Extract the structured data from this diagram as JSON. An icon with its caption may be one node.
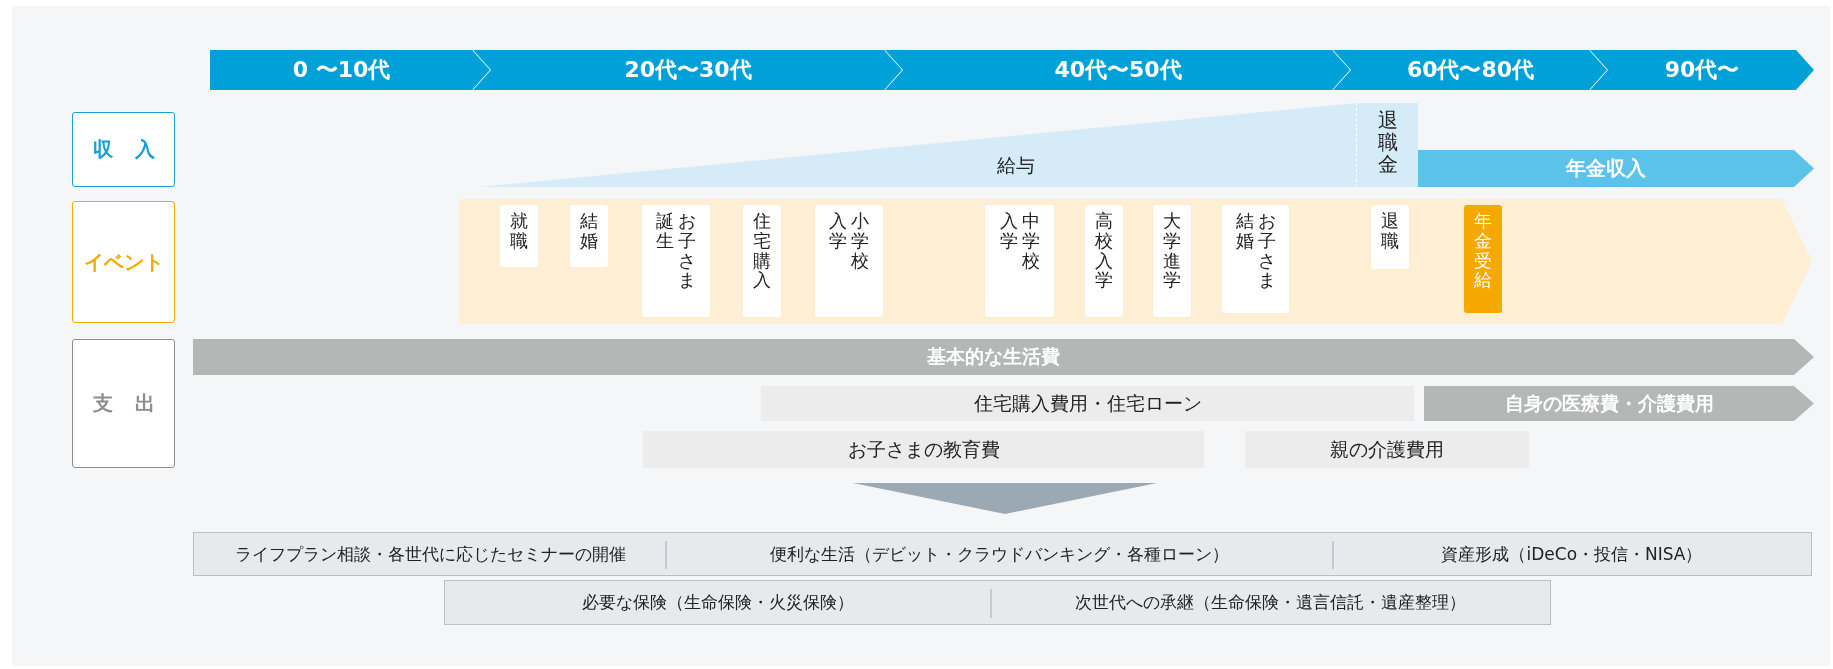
{
  "diagram": {
    "nodes": [
      {
        "text": [
          "0 〜10代"
        ]
      },
      {
        "text": [
          "20代〜30代"
        ]
      },
      {
        "text": [
          "40代〜50代"
        ]
      },
      {
        "text": [
          "60代〜80代"
        ]
      },
      {
        "text": [
          "90代〜"
        ]
      },
      {
        "text": [
          "収入"
        ]
      },
      {
        "text": [
          "給与"
        ]
      },
      {
        "text": [
          "退職金"
        ]
      },
      {
        "text": [
          "年金収入"
        ]
      },
      {
        "text": [
          "イベント"
        ]
      },
      {
        "text": [],
        "shape": "band"
      },
      {
        "text": [
          "就職"
        ],
        "in": 10
      },
      {
        "text": [
          "結婚"
        ],
        "in": 10
      },
      {
        "text": [
          "お子さま誕生"
        ],
        "in": 10
      },
      {
        "text": [
          "住宅購入"
        ],
        "in": 10
      },
      {
        "text": [
          "小学校入学"
        ],
        "in": 10
      },
      {
        "text": [
          "中学校入学"
        ],
        "in": 10
      },
      {
        "text": [
          "高校入学"
        ],
        "in": 10
      },
      {
        "text": [
          "大学進学"
        ],
        "in": 10
      },
      {
        "text": [
          "お子さま結婚"
        ],
        "in": 10
      },
      {
        "text": [
          "退職"
        ],
        "in": 10
      },
      {
        "text": [
          "年金受給"
        ],
        "in": 10
      },
      {
        "text": [
          "支出"
        ]
      },
      {
        "text": [
          "基本的な生活費"
        ]
      },
      {
        "text": [
          "住宅購入費用・住宅ローン"
        ]
      },
      {
        "text": [
          "自身の医療費・介護費用"
        ]
      },
      {
        "text": [
          "お子さまの教育費"
        ]
      },
      {
        "text": [
          "親の介護費用"
        ]
      },
      {
        "text": [],
        "shape": "triangle"
      },
      {
        "text": [
          "ライフプラン相談・各世代に応じたセミナーの開催"
        ]
      },
      {
        "text": [
          "便利な生活（デビット・クラウドバンキング・各種ローン）"
        ]
      },
      {
        "text": [
          "資産形成（iDeCo・投信・NISA）"
        ]
      },
      {
        "text": [
          "必要な保険（生命保険・火災保険）"
        ]
      },
      {
        "text": [
          "次世代への承継（生命保険・遺言信託・遺産整理）"
        ]
      }
    ]
  }
}
